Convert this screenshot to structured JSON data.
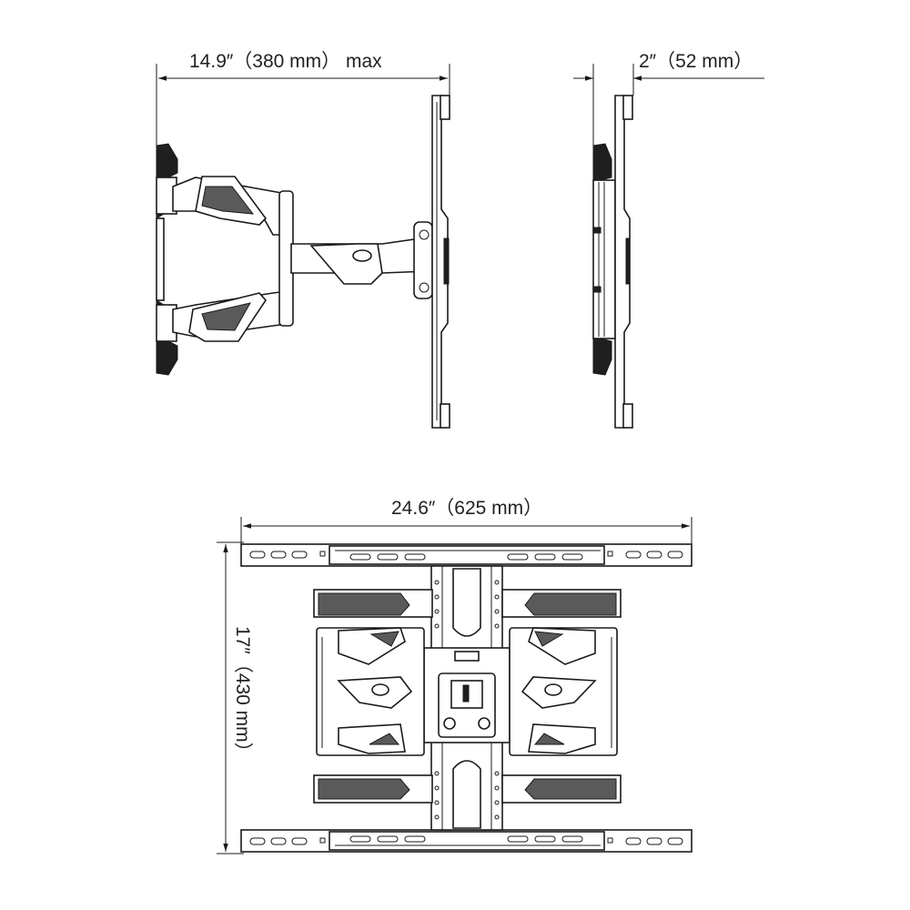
{
  "dimensions": {
    "extension": "14.9″（380 mm） max",
    "profile": "2″（52 mm）",
    "width": "24.6″（625 mm）",
    "height": "17″（430 mm）"
  },
  "colors": {
    "line": "#1a1a1a",
    "mesh": "#5a5a5a",
    "background": "#ffffff"
  }
}
